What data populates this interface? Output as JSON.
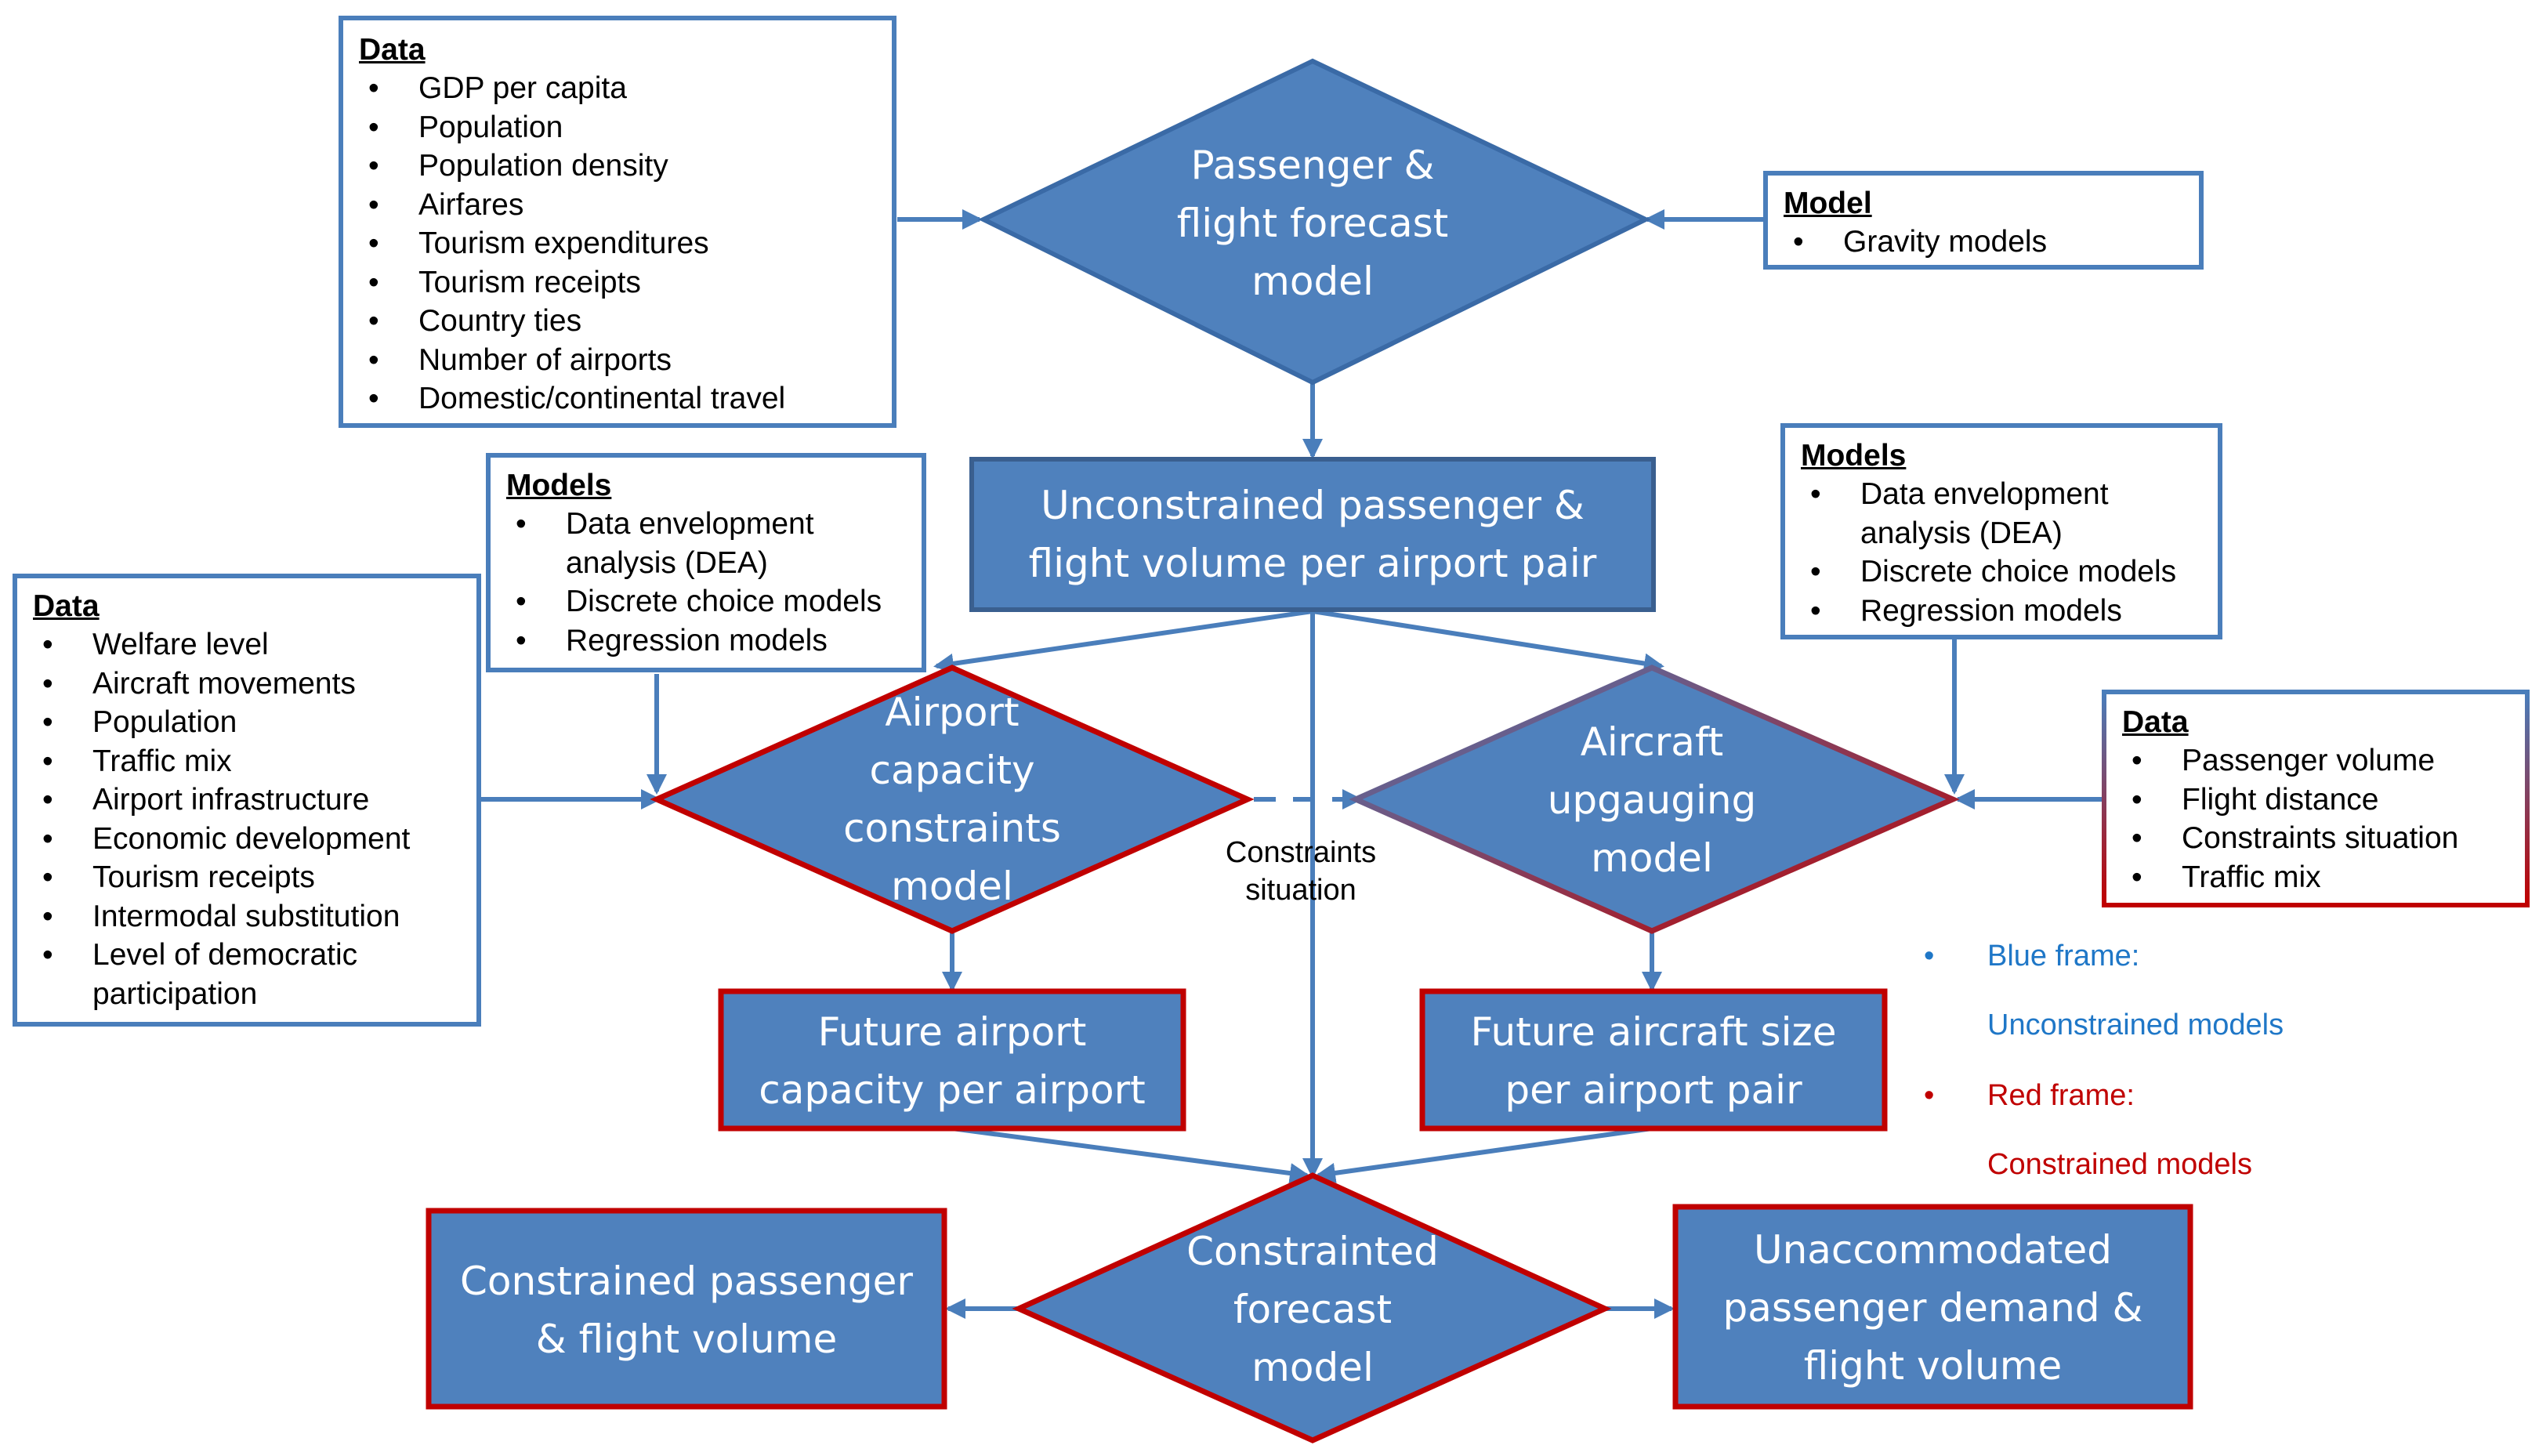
{
  "nodes": {
    "forecast_model": [
      "Passenger &",
      "flight forecast",
      "model"
    ],
    "unconstrained_volume": [
      "Unconstrained passenger &",
      "flight volume per airport pair"
    ],
    "capacity_model": [
      "Airport",
      "capacity",
      "constraints",
      "model"
    ],
    "upgauging_model": [
      "Aircraft",
      "upgauging",
      "model"
    ],
    "future_capacity": [
      "Future airport",
      "capacity per airport"
    ],
    "future_aircraft": [
      "Future aircraft size",
      "per airport pair"
    ],
    "constrained_forecast": [
      "Constrainted",
      "forecast",
      "model"
    ],
    "constrained_volume": [
      "Constrained passenger",
      "& flight volume"
    ],
    "unaccommodated": [
      "Unaccommodated",
      "passenger demand &",
      "flight volume"
    ]
  },
  "boxes": {
    "data_top": {
      "title": "Data",
      "items": [
        "GDP per capita",
        "Population",
        "Population density",
        "Airfares",
        "Tourism expenditures",
        "Tourism receipts",
        "Country ties",
        "Number of airports",
        "Domestic/continental travel"
      ]
    },
    "model_top": {
      "title": "Model",
      "items": [
        "Gravity models"
      ]
    },
    "models_left": {
      "title": "Models",
      "items": [
        "Data envelopment analysis (DEA)",
        "Discrete choice models",
        "Regression models"
      ]
    },
    "data_left": {
      "title": "Data",
      "items": [
        "Welfare level",
        "Aircraft movements",
        "Population",
        "Traffic mix",
        "Airport infrastructure",
        "Economic development",
        "Tourism receipts",
        "Intermodal substitution",
        "Level of democratic participation"
      ]
    },
    "models_right": {
      "title": "Models",
      "items": [
        "Data envelopment analysis (DEA)",
        "Discrete choice models",
        "Regression models"
      ]
    },
    "data_right": {
      "title": "Data",
      "items": [
        "Passenger volume",
        "Flight distance",
        "Constraints situation",
        "Traffic mix"
      ]
    }
  },
  "constraints_label": [
    "Constraints",
    "situation"
  ],
  "legend": {
    "blue_label": "Blue frame:",
    "blue_desc": "Unconstrained models",
    "red_label": "Red frame:",
    "red_desc": "Constrained models"
  },
  "colors": {
    "fill": "#4f81bd",
    "blue_frame": "#4a7ebb",
    "dark_frame": "#3a5f8f",
    "red_frame": "#c00000",
    "arrow": "#4a7ebb",
    "blue_text": "#1f77c7",
    "red_text": "#c00000"
  }
}
